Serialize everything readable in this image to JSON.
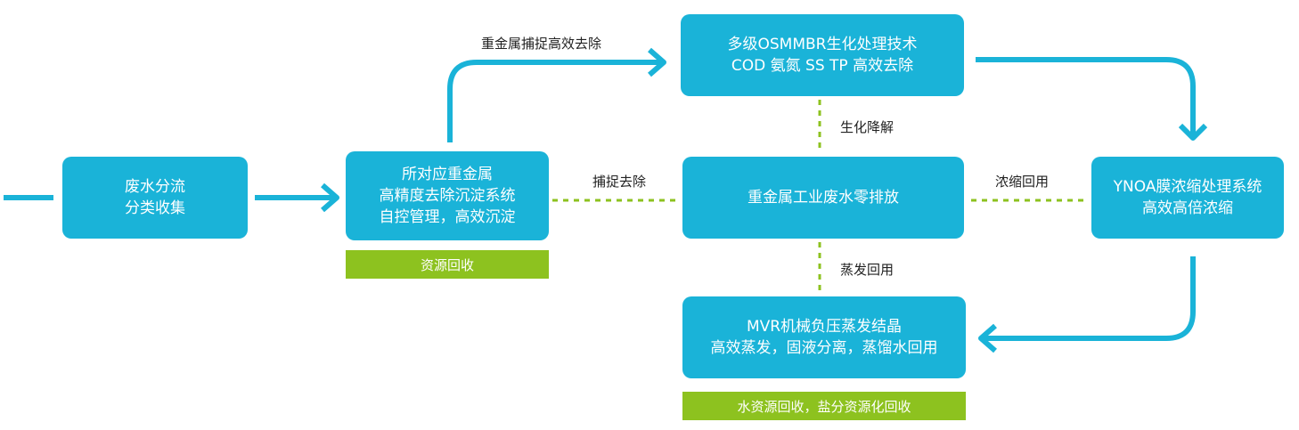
{
  "colors": {
    "node": "#1ab3d8",
    "tag": "#8dc21f",
    "dashed": "#8dc21f",
    "text": "#222222"
  },
  "nodes": {
    "collect": {
      "lines": [
        "废水分流",
        "分类收集"
      ]
    },
    "heavy_metal": {
      "lines": [
        "所对应重金属",
        "高精度去除沉淀系统",
        "自控管理，高效沉淀"
      ]
    },
    "mbr": {
      "lines": [
        "多级OSMMBR生化处理技术",
        "COD 氨氮 SS TP 高效去除"
      ]
    },
    "center": {
      "lines": [
        "重金属工业废水零排放"
      ]
    },
    "ynoa": {
      "lines": [
        "YNOA膜浓缩处理系统",
        "高效高倍浓缩"
      ]
    },
    "mvr": {
      "lines": [
        "MVR机械负压蒸发结晶",
        "高效蒸发，固液分离，蒸馏水回用"
      ]
    }
  },
  "tags": {
    "resource": "资源回收",
    "water_salt": "水资源回收，盐分资源化回收"
  },
  "edge_labels": {
    "capture_efficient": "重金属捕捉高效去除",
    "bio_degrade": "生化降解",
    "capture_remove": "捕捉去除",
    "concentrate_reuse": "浓缩回用",
    "evaporate_reuse": "蒸发回用"
  }
}
